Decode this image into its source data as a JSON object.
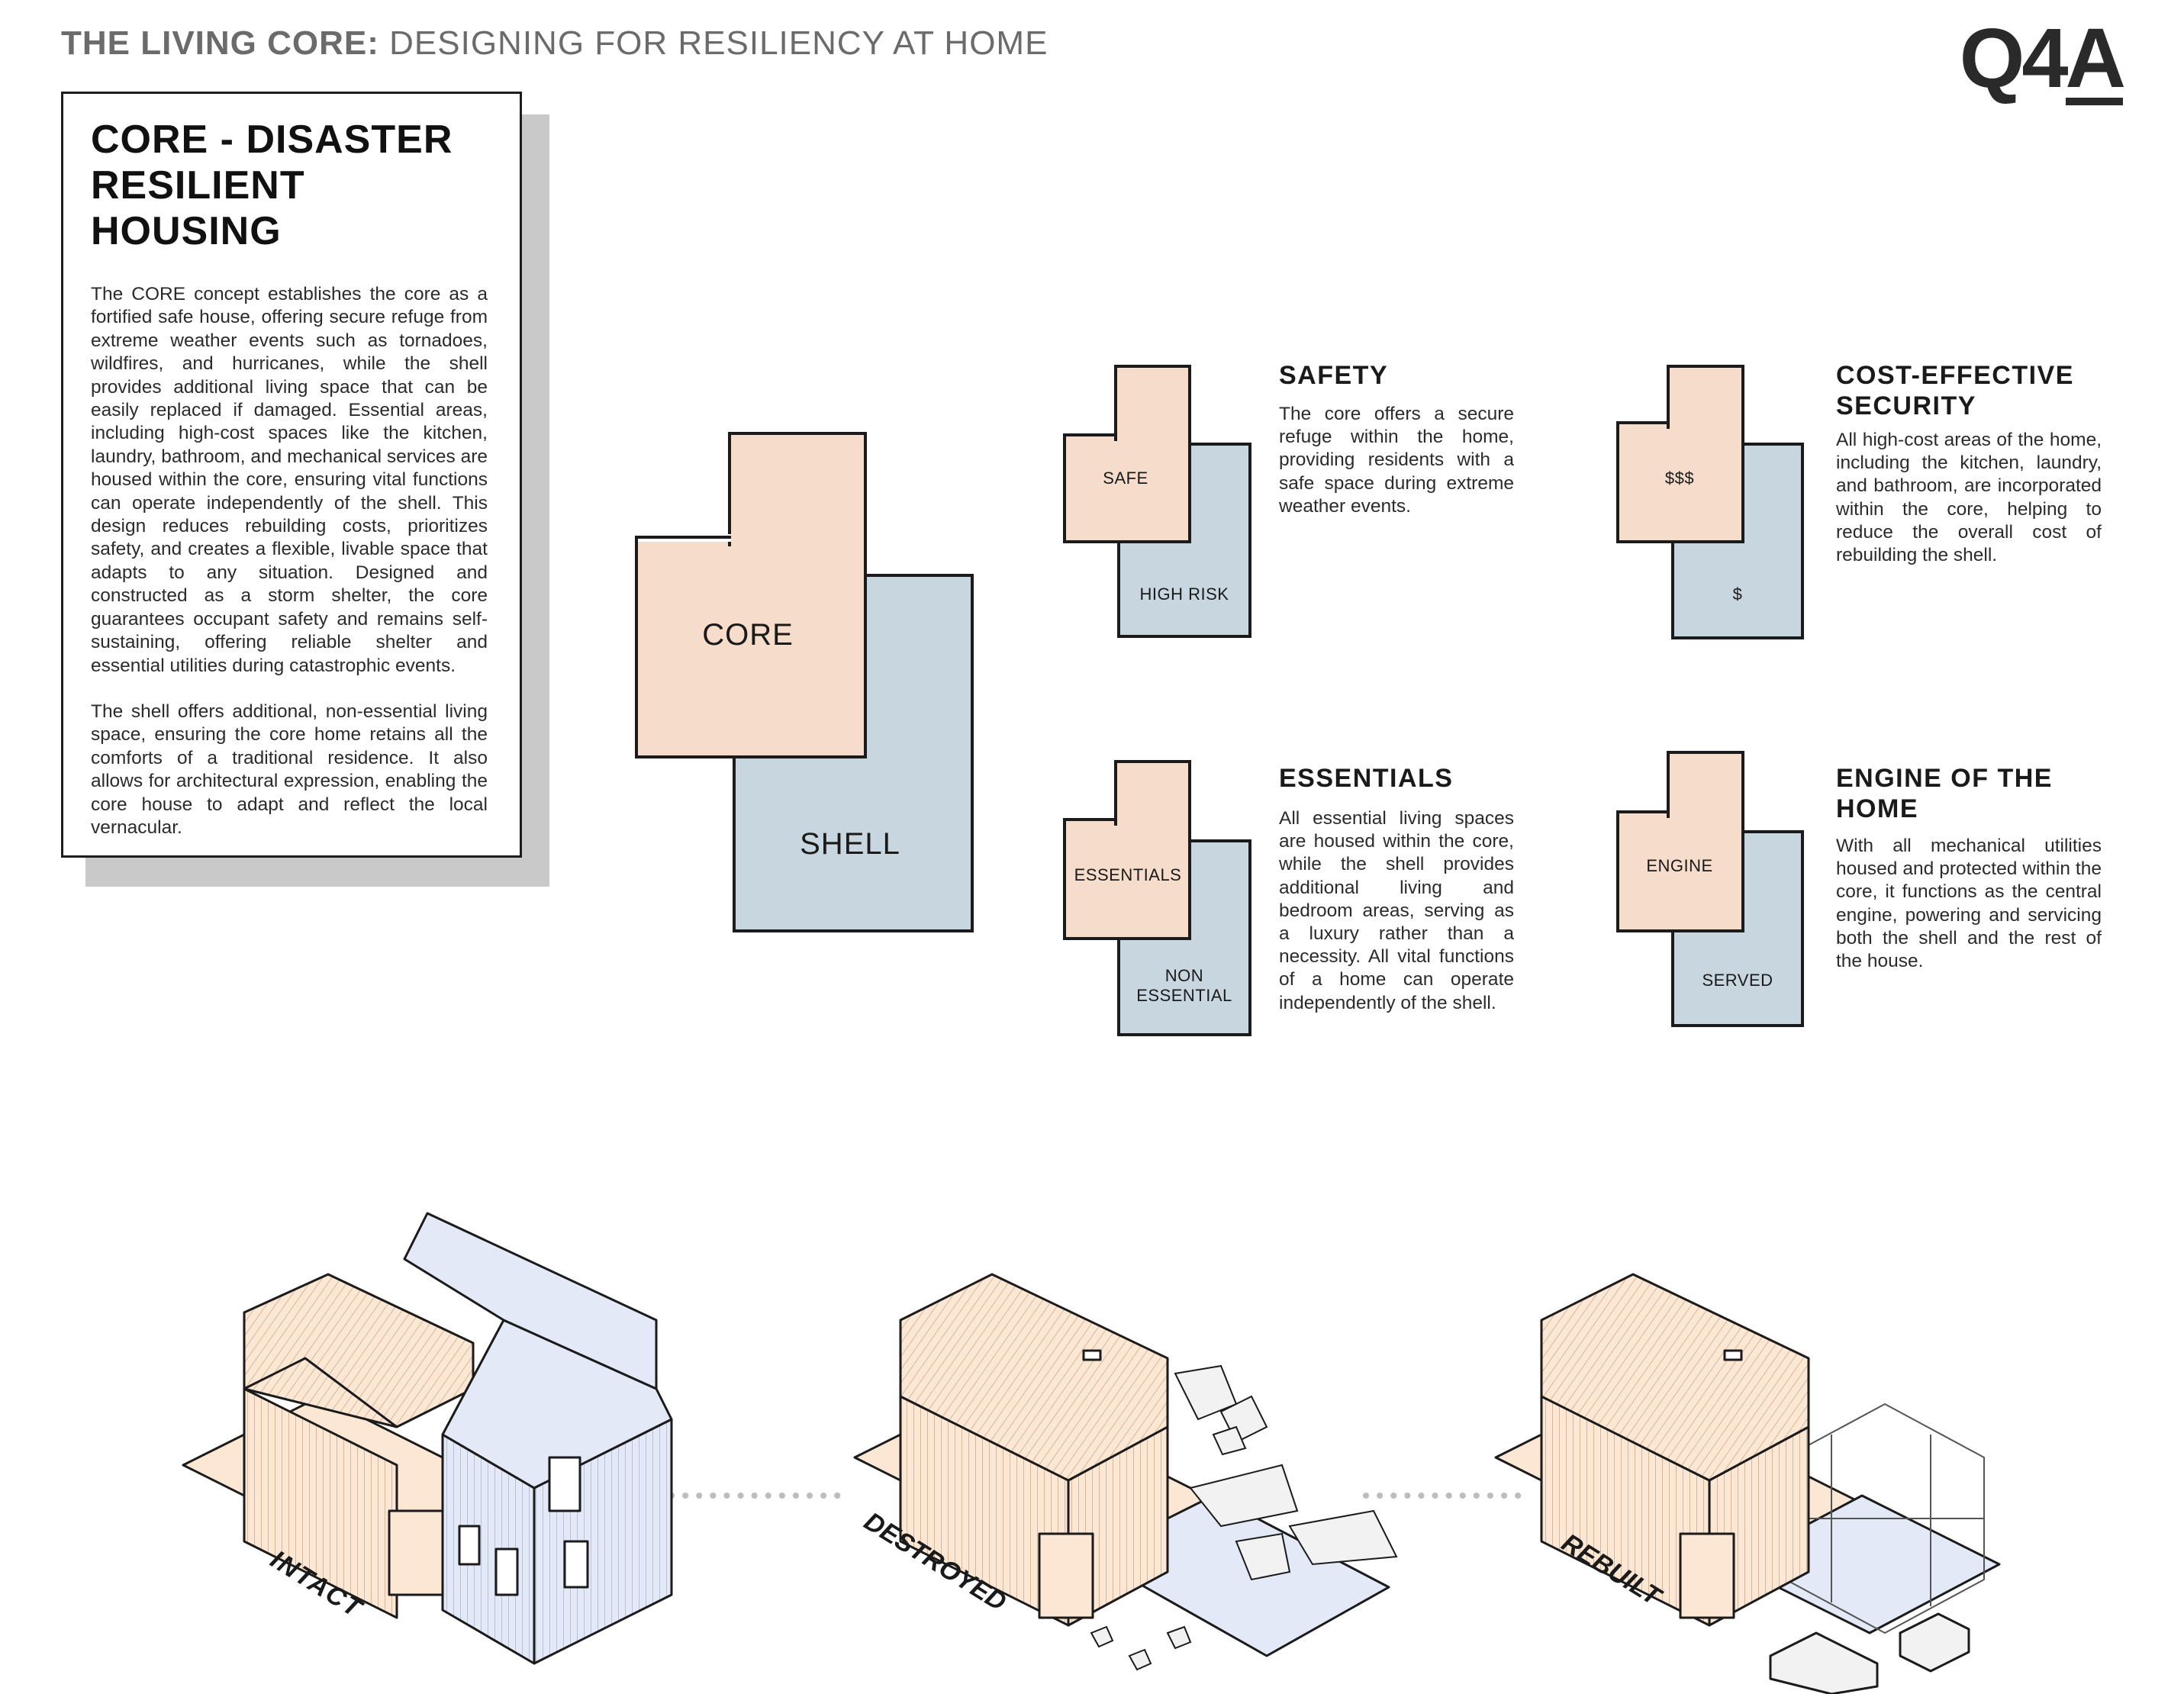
{
  "header": {
    "title_bold": "THE LIVING CORE:",
    "title_rest": "DESIGNING FOR RESILIENCY AT HOME"
  },
  "logo": {
    "text_main": "Q4",
    "text_a": "A"
  },
  "intro": {
    "heading_line1": "CORE - DISASTER",
    "heading_line2": "RESILIENT HOUSING",
    "paragraph1": "The CORE concept establishes the core as a fortified safe house, offering secure refuge from extreme weather events such as tornadoes, wildfires, and hurricanes, while the shell provides additional living space that can be easily replaced if damaged. Essential areas, including high-cost spaces like the kitchen, laundry, bathroom, and mechanical services are housed within the core, ensuring vital functions can operate independently of the shell. This design reduces rebuilding costs, prioritizes safety, and creates a flexible, livable space that adapts to any situation. Designed and constructed as a storm shelter, the core guarantees occupant safety and remains self-sustaining, offering reliable shelter and essential utilities during catastrophic events.",
    "paragraph2": "The shell offers additional, non-essential living space, ensuring the core home retains all the comforts of a traditional residence. It also allows for architectural expression, enabling the core house to adapt and reflect the local vernacular."
  },
  "main_diagram": {
    "core_label": "CORE",
    "shell_label": "SHELL"
  },
  "sections": {
    "safety": {
      "title": "SAFETY",
      "core_label": "SAFE",
      "shell_label": "HIGH RISK",
      "text": "The core offers a secure refuge within the home, providing residents with a safe space during extreme weather events."
    },
    "cost": {
      "title_line1": "COST-EFFECTIVE",
      "title_line2": "SECURITY",
      "core_label": "$$$",
      "shell_label": "$",
      "text": "All high-cost areas of the home, including the kitchen, laundry, and bathroom, are incorporated within the core, helping to reduce the overall cost of rebuilding the shell."
    },
    "essentials": {
      "title": "ESSENTIALS",
      "core_label": "ESSENTIALS",
      "shell_label_line1": "NON",
      "shell_label_line2": "ESSENTIAL",
      "text": "All essential living spaces are housed within the core, while the shell provides additional living and bedroom areas, serving as a luxury rather than a necessity. All vital functions of a home can operate independently of the shell."
    },
    "engine": {
      "title_line1": "ENGINE OF THE",
      "title_line2": "HOME",
      "core_label": "ENGINE",
      "shell_label": "SERVED",
      "text": "With all mechanical utilities housed and protected within the core, it functions as the central engine, powering and servicing both the shell and the rest of the house."
    }
  },
  "stages": {
    "intact": "INTACT",
    "destroyed": "DESTROYED",
    "rebuilt": "REBUILT"
  },
  "colors": {
    "core_fill": "#f6dccb",
    "shell_fill": "#c8d6df",
    "house_core": "#fbe7d3",
    "house_shell": "#e3e9f6",
    "outline": "#1b1b1b",
    "header_grey": "#6b6b6b"
  }
}
